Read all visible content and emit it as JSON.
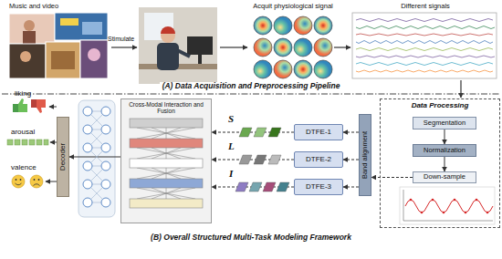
{
  "diagram": {
    "nodes": [
      {
        "text": [
          "Data Processing"
        ]
      },
      {
        "text": [
          "Segmentation"
        ],
        "in": 0
      },
      {
        "text": [
          "Normalization"
        ],
        "in": 0
      },
      {
        "text": [
          "Down-sample"
        ],
        "in": 0
      },
      {
        "text": [
          "Band alignment"
        ]
      },
      {
        "text": [
          "DTFE-1"
        ]
      },
      {
        "text": [
          "DTFE-2"
        ]
      },
      {
        "text": [
          "DTFE-3"
        ]
      },
      {
        "text": [
          "Cross-Modal Interaction and Fusion"
        ]
      },
      {
        "text": [
          "Decoder"
        ]
      }
    ],
    "edges": [
      {
        "from": 1,
        "to": 2,
        "arrow": "to"
      },
      {
        "from": 2,
        "to": 3,
        "arrow": "to"
      },
      {
        "from": 3,
        "to": 4,
        "arrow": "to"
      },
      {
        "from": 4,
        "to": 5,
        "arrow": "to"
      },
      {
        "from": 4,
        "to": 6,
        "arrow": "to"
      },
      {
        "from": 4,
        "to": 7,
        "arrow": "to"
      },
      {
        "from": 5,
        "to": 8,
        "arrow": "to"
      },
      {
        "from": 6,
        "to": 8,
        "arrow": "to"
      },
      {
        "from": 7,
        "to": 8,
        "arrow": "to"
      },
      {
        "from": 8,
        "to": 9,
        "arrow": "to"
      }
    ],
    "labels": [
      "Music and video",
      "Stimulate",
      "Acquit physiological signal",
      "Different signals",
      "(A) Data Acquisition and Preprocessing Pipeline",
      "S",
      "L",
      "I",
      "liking",
      "arousal",
      "valence",
      "(B) Overall Structured Multi-Task Modeling Framework"
    ]
  }
}
